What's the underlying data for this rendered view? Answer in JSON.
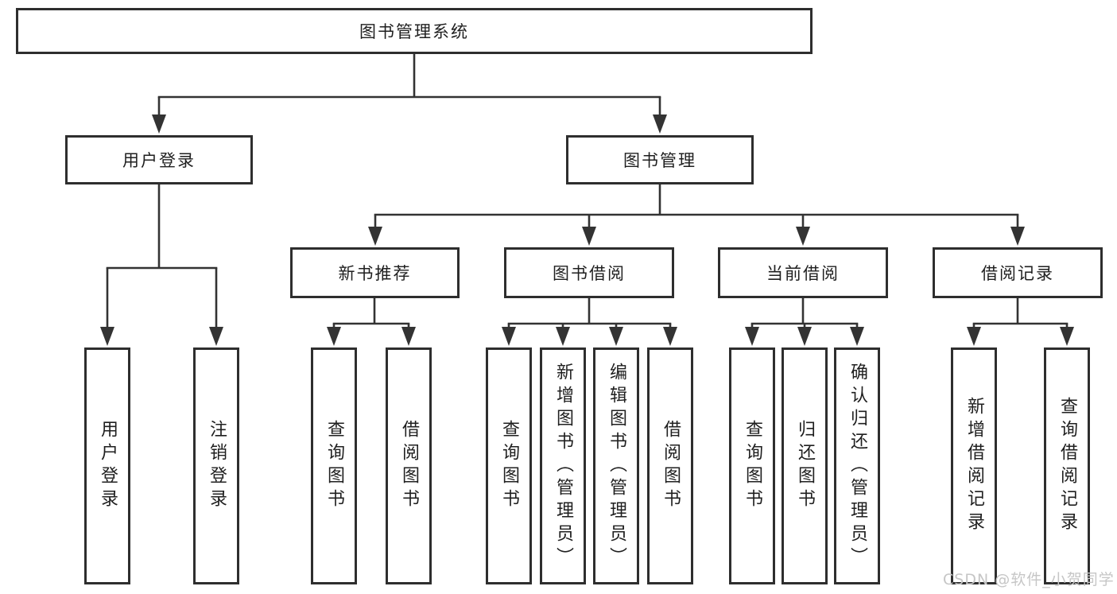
{
  "diagram": {
    "tree": {
      "root": {
        "label": "图书管理系统"
      },
      "branches": [
        {
          "label": "用户登录",
          "children": [
            {
              "label": "用户登录"
            },
            {
              "label": "注销登录"
            }
          ]
        },
        {
          "label": "图书管理",
          "children": [
            {
              "label": "新书推荐",
              "children": [
                {
                  "label": "查询图书"
                },
                {
                  "label": "借阅图书"
                }
              ]
            },
            {
              "label": "图书借阅",
              "children": [
                {
                  "label": "查询图书"
                },
                {
                  "label": "新增图书（管理员）"
                },
                {
                  "label": "编辑图书（管理员）"
                },
                {
                  "label": "借阅图书"
                }
              ]
            },
            {
              "label": "当前借阅",
              "children": [
                {
                  "label": "查询图书"
                },
                {
                  "label": "归还图书"
                },
                {
                  "label": "确认归还（管理员）"
                }
              ]
            },
            {
              "label": "借阅记录",
              "children": [
                {
                  "label": "新增借阅记录"
                },
                {
                  "label": "查询借阅记录"
                }
              ]
            }
          ]
        }
      ]
    },
    "watermark": {
      "text": "CSDN @软件_小贺同学"
    },
    "colors": {
      "line": "#333333",
      "box_border": "#2e2e2e",
      "text": "#1f1f1f",
      "background": "#ffffff",
      "watermark": "#c6c6c6"
    }
  }
}
